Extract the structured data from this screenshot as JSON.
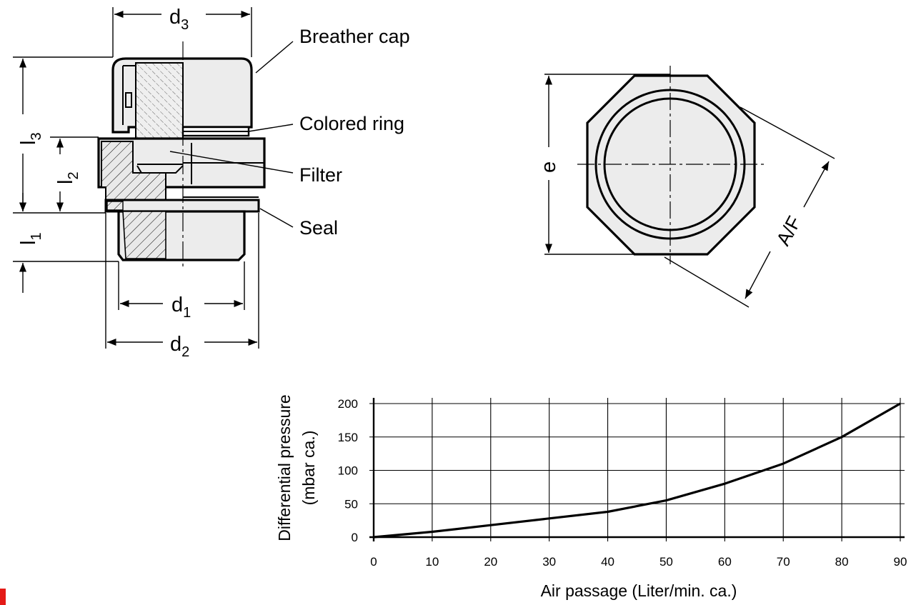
{
  "drawing": {
    "labels": {
      "breather_cap": "Breather cap",
      "colored_ring": "Colored ring",
      "filter": "Filter",
      "seal": "Seal"
    },
    "dimensions": {
      "d3": {
        "base": "d",
        "sub": "3"
      },
      "d1": {
        "base": "d",
        "sub": "1"
      },
      "d2": {
        "base": "d",
        "sub": "2"
      },
      "l3": {
        "base": "l",
        "sub": "3"
      },
      "l2": {
        "base": "l",
        "sub": "2"
      },
      "l1": {
        "base": "l",
        "sub": "1"
      },
      "e": "e",
      "af": "A/F"
    }
  },
  "chart_data": {
    "type": "line",
    "title": "",
    "xlabel": "Air passage (Liter/min. ca.)",
    "ylabel_line1": "Differential pressure",
    "ylabel_line2": "(mbar ca.)",
    "xlim": [
      0,
      90
    ],
    "ylim": [
      0,
      200
    ],
    "xticks": [
      0,
      10,
      20,
      30,
      40,
      50,
      60,
      70,
      80,
      90
    ],
    "yticks": [
      0,
      50,
      100,
      150,
      200
    ],
    "grid": true,
    "series": [
      {
        "x": [
          0,
          10,
          20,
          30,
          40,
          50,
          60,
          70,
          80,
          90
        ],
        "y": [
          0,
          8,
          18,
          28,
          38,
          55,
          80,
          110,
          150,
          200
        ]
      }
    ]
  }
}
